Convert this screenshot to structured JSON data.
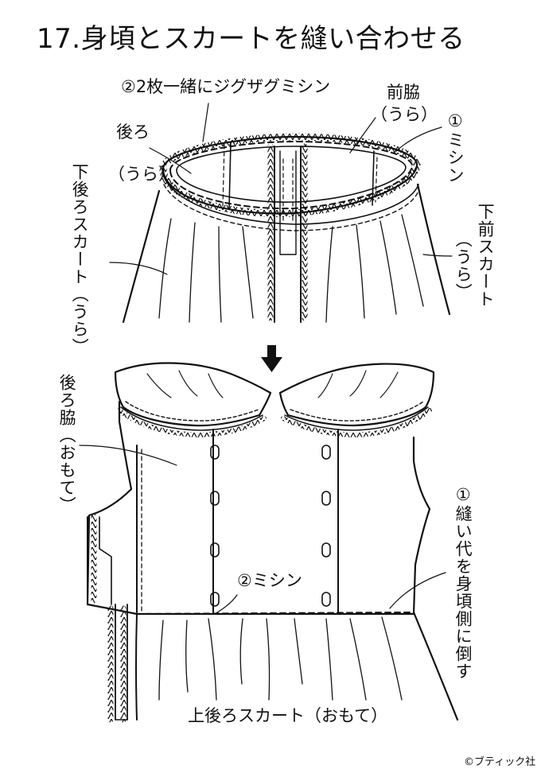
{
  "title": "17.身頃とスカートを縫い合わせる",
  "top_illustration": {
    "label_zigzag": "②2枚一緒にジグザグミシン",
    "label_front_side": "前脇",
    "label_front_side_sub": "（うら）",
    "label_machine": "①ミシン",
    "label_back": "後ろ",
    "label_back_sub": "（うら）",
    "label_lower_back_skirt": "下後ろスカート（うら）",
    "label_lower_front_skirt": "下前スカート",
    "label_lower_front_skirt_sub": "（うら）"
  },
  "bottom_illustration": {
    "label_back_side": "後ろ脇（おもて）",
    "label_machine": "②ミシン",
    "label_fold": "①縫い代を身頃側に倒す",
    "label_upper_back_skirt": "上後ろスカート（おもて）"
  },
  "arrow_icon": "down-arrow",
  "credit": "©ブティック社"
}
